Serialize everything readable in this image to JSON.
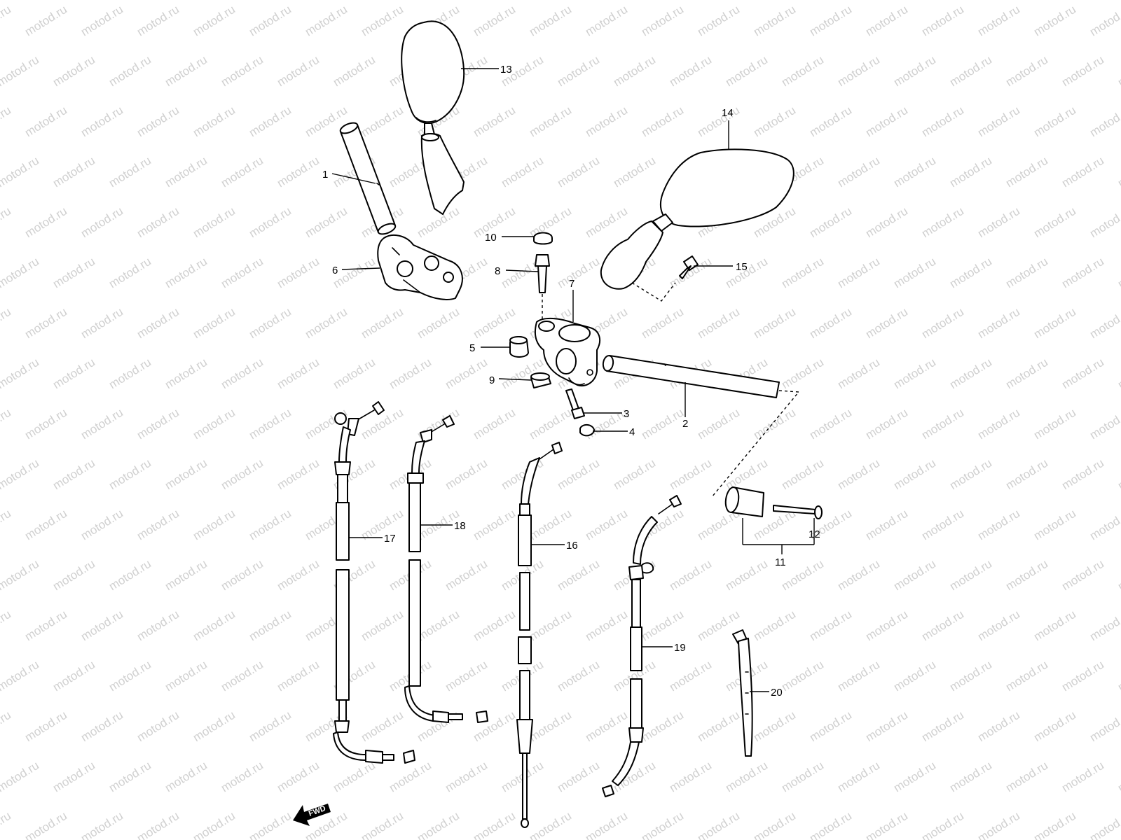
{
  "watermark": "motod.ru",
  "fwd_label": "FWD",
  "callouts": [
    {
      "id": "1",
      "label": "1"
    },
    {
      "id": "2",
      "label": "2"
    },
    {
      "id": "3",
      "label": "3"
    },
    {
      "id": "4",
      "label": "4"
    },
    {
      "id": "5",
      "label": "5"
    },
    {
      "id": "6",
      "label": "6"
    },
    {
      "id": "7",
      "label": "7"
    },
    {
      "id": "8",
      "label": "8"
    },
    {
      "id": "9",
      "label": "9"
    },
    {
      "id": "10",
      "label": "10"
    },
    {
      "id": "11",
      "label": "11"
    },
    {
      "id": "12",
      "label": "12"
    },
    {
      "id": "13",
      "label": "13"
    },
    {
      "id": "14",
      "label": "14"
    },
    {
      "id": "15",
      "label": "15"
    },
    {
      "id": "16",
      "label": "16"
    },
    {
      "id": "17",
      "label": "17"
    },
    {
      "id": "18",
      "label": "18"
    },
    {
      "id": "19",
      "label": "19"
    },
    {
      "id": "20",
      "label": "20"
    }
  ]
}
